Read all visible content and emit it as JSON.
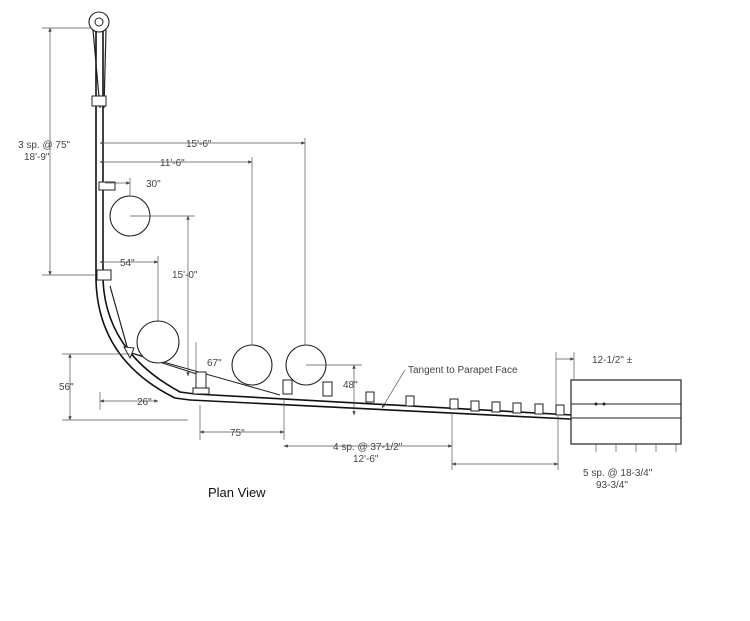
{
  "view_title": "Plan View",
  "dimensions": {
    "post_spacing_upstream": "3 sp. @ 75\"",
    "upstream_length": "18'-9\"",
    "offset_15_6": "15'-6\"",
    "offset_11_6": "11'-6\"",
    "dim_30": "30\"",
    "dim_54": "54\"",
    "offset_15_0": "15'-0\"",
    "dim_67": "67\"",
    "dim_56": "56\"",
    "dim_26": "26\"",
    "dim_48": "48\"",
    "dim_75": "75\"",
    "spacing_4sp": "4 sp. @ 37-1/2\"",
    "length_12_6": "12'-6\"",
    "spacing_5sp": "5 sp. @ 18-3/4\"",
    "length_93_3_4": "93-3/4\"",
    "dim_12_half": "12-1/2\" ±",
    "tangent_note": "Tangent to Parapet Face"
  }
}
